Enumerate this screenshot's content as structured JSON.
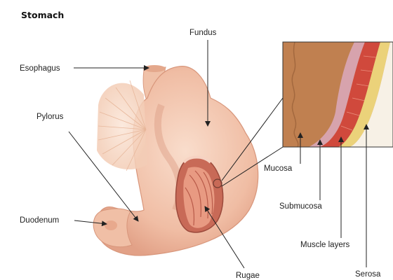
{
  "title": "Stomach",
  "labels": {
    "esophagus": "Esophagus",
    "fundus": "Fundus",
    "pylorus": "Pylorus",
    "duodenum": "Duodenum",
    "rugae": "Rugae",
    "mucosa": "Mucosa",
    "submucosa": "Submucosa",
    "muscle_layers": "Muscle layers",
    "serosa": "Serosa"
  },
  "colors": {
    "stomach_outer": "#f4c9b3",
    "stomach_inner": "#e9a98f",
    "rugae_interior": "#d9826e",
    "mucosa_layer": "#c9895a",
    "submucosa_layer": "#d7a3ad",
    "muscle_layer": "#d0493c",
    "serosa_layer": "#ebd27a"
  }
}
